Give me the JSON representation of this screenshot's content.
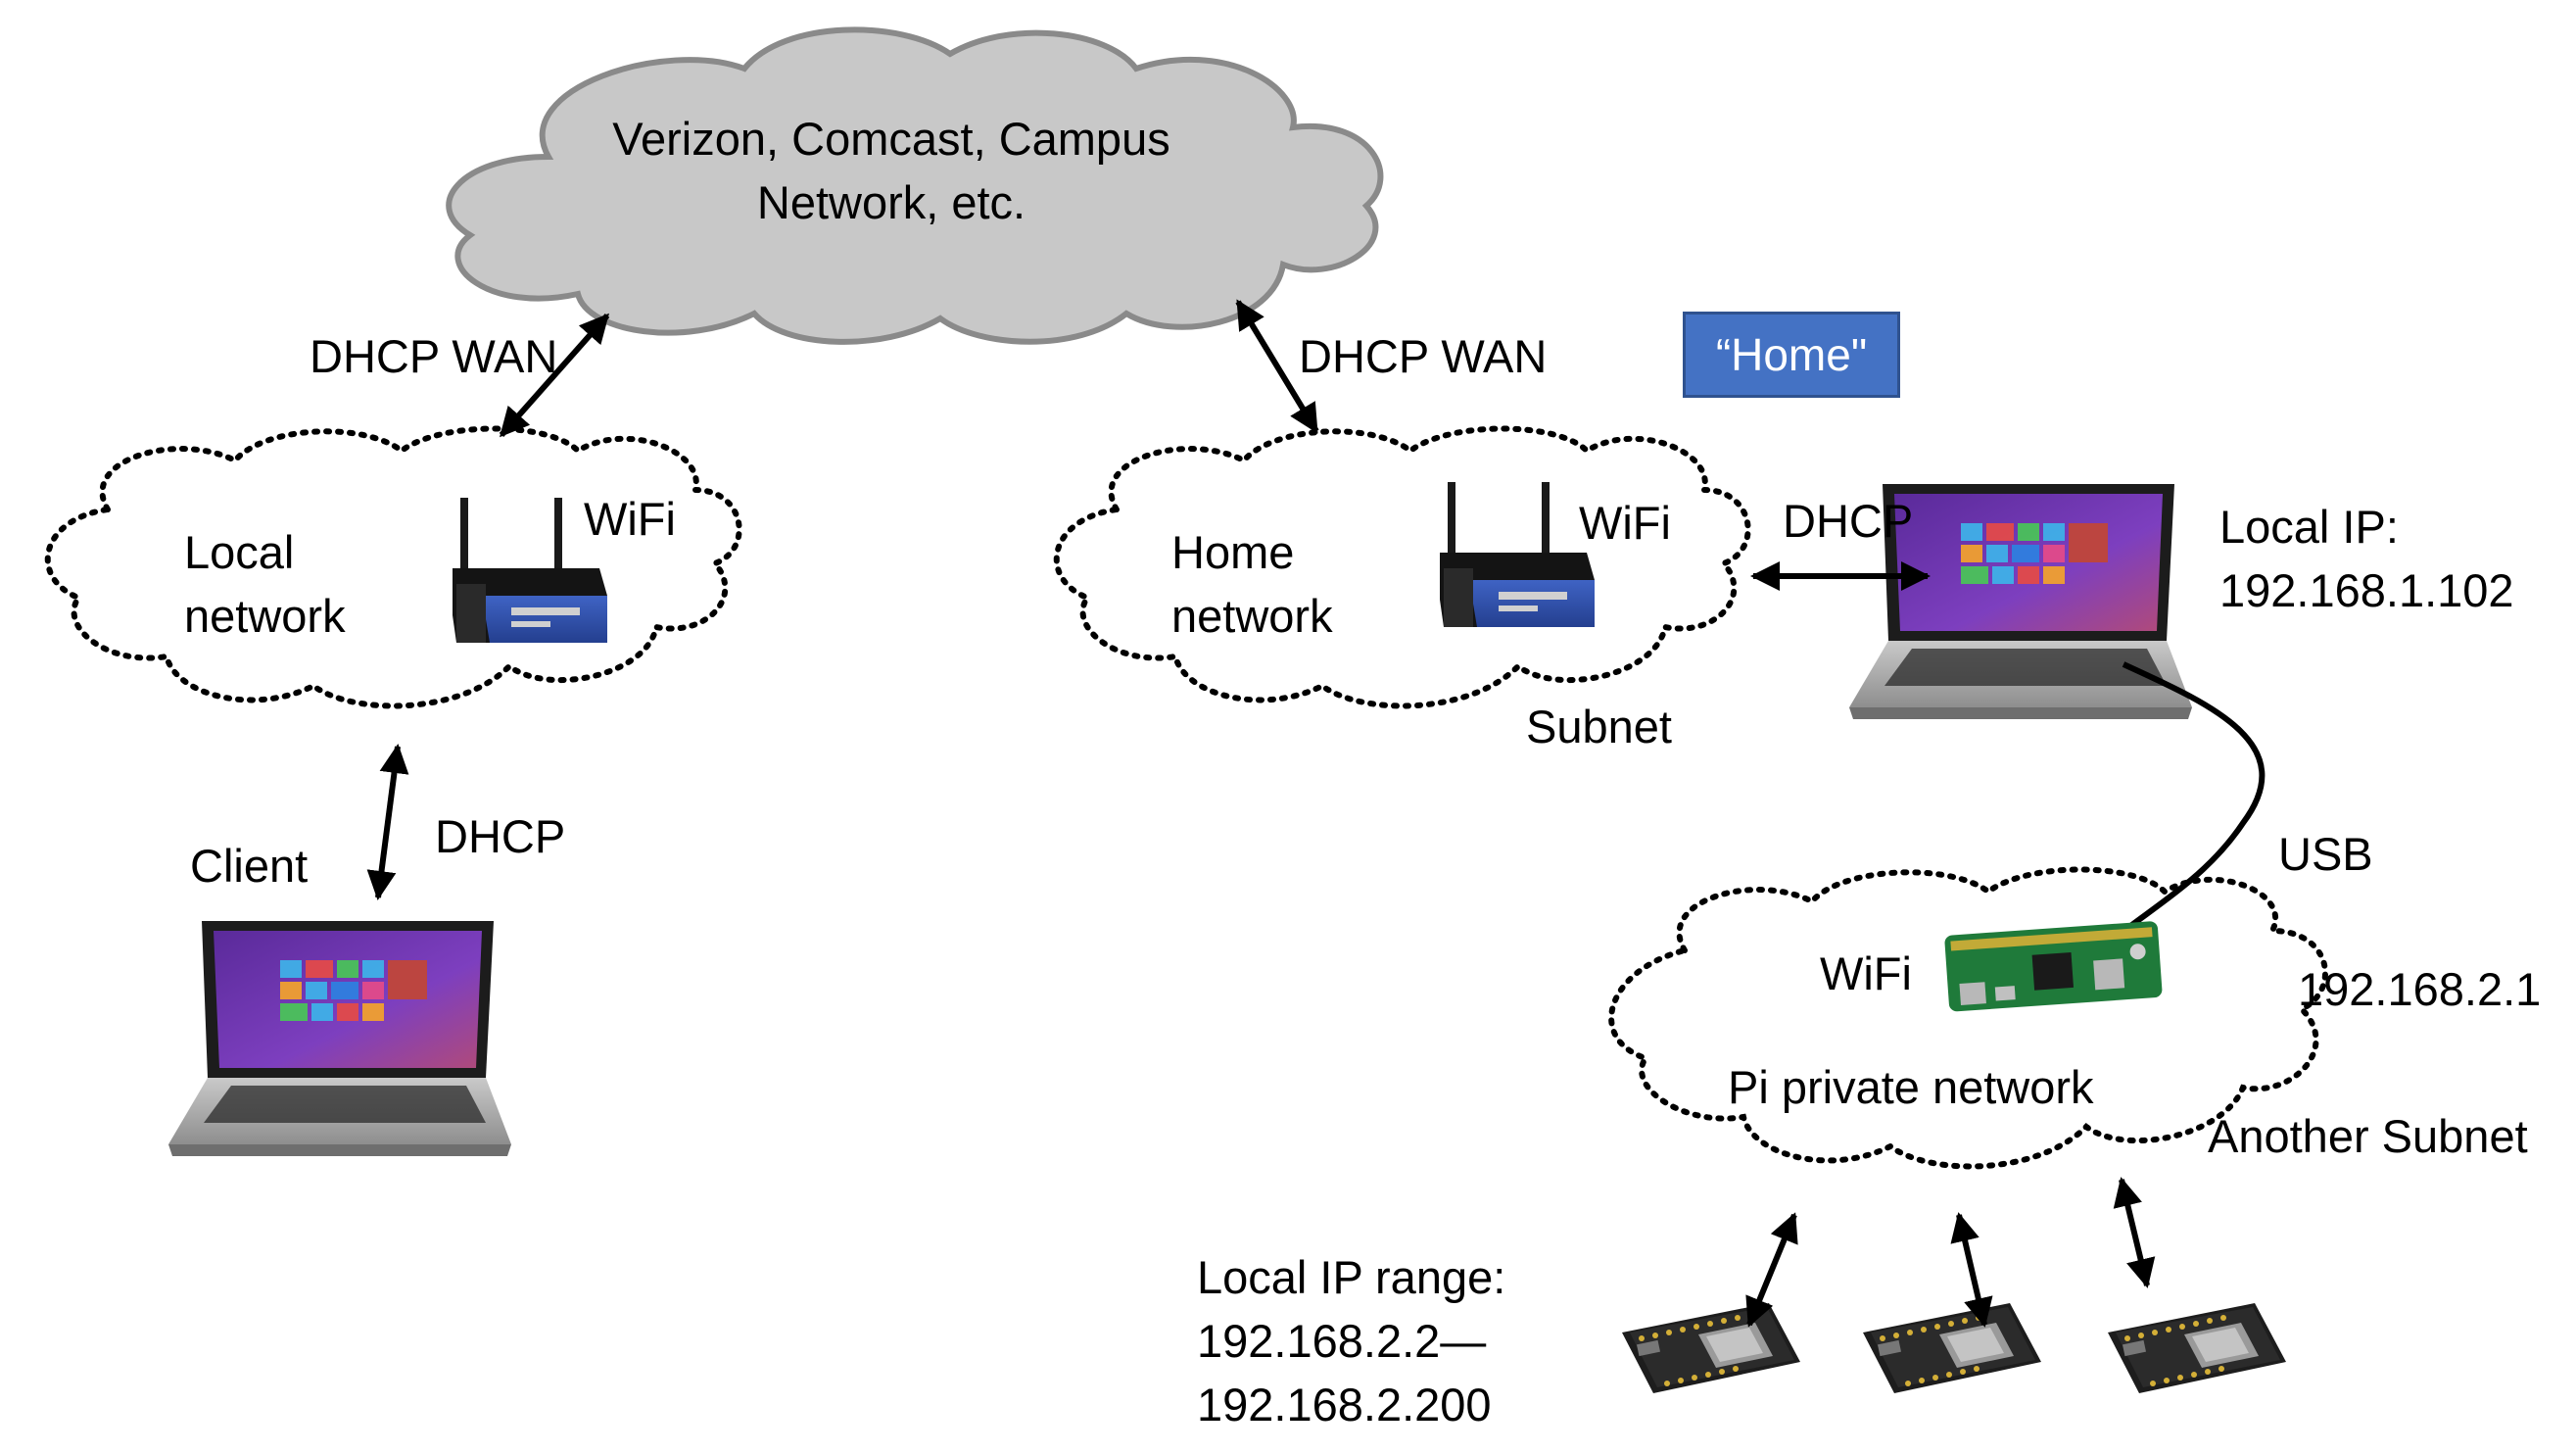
{
  "internet_cloud": {
    "line1": "Verizon, Comcast, Campus",
    "line2": "Network, etc."
  },
  "home_badge": "“Home\"",
  "local_network": {
    "line1": "Local",
    "line2": "network",
    "wifi": "WiFi",
    "wan_label": "DHCP WAN",
    "client_label": "Client",
    "client_link_label": "DHCP"
  },
  "home_network": {
    "line1": "Home",
    "line2": "network",
    "wifi": "WiFi",
    "wan_label": "DHCP WAN",
    "subnet_label": "Subnet",
    "laptop_link_label": "DHCP"
  },
  "laptop": {
    "ip_line1": "Local IP:",
    "ip_line2": "192.168.1.102"
  },
  "usb_label": "USB",
  "pi_network": {
    "wifi": "WiFi",
    "name": "Pi private network",
    "ip": "192.168.2.1",
    "subnet_label": "Another Subnet"
  },
  "ip_range": {
    "line1": "Local IP range:",
    "line2": "192.168.2.2—",
    "line3": "192.168.2.200"
  },
  "colors": {
    "internet_cloud_fill": "#c8c8c8",
    "internet_cloud_stroke": "#8a8a8a",
    "home_badge_fill": "#4472c4",
    "router_body": "#2f4fa8",
    "laptop_screen": "#7a3db8",
    "pi_board": "#1f7a3a",
    "esp_board": "#2a2a2a"
  },
  "icons": [
    "cloud-icon",
    "router-icon",
    "laptop-icon",
    "raspberry-pi-icon",
    "esp32-board-icon"
  ]
}
